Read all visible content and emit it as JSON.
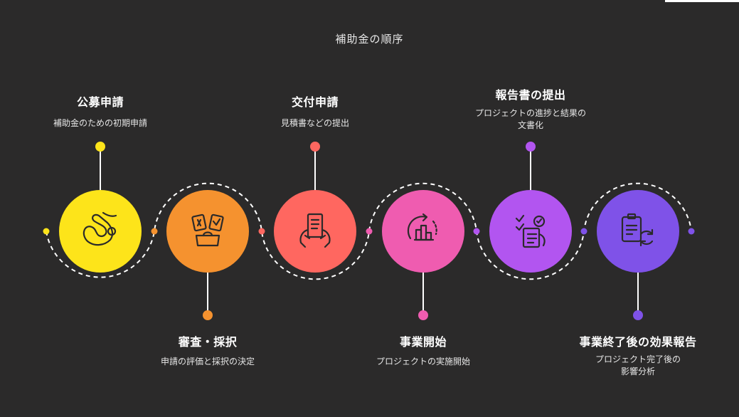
{
  "title": "補助金の順序",
  "colors": {
    "background": "#2b2a2a",
    "step1": "#fde41a",
    "step2": "#f5922f",
    "step3": "#ff6760",
    "step4": "#ef5cb0",
    "step5": "#b255f0",
    "step6": "#7f52e8",
    "connector": "#ffffff",
    "icon_stroke": "#2b2a2a"
  },
  "steps": [
    {
      "title": "公募申請",
      "description": [
        "補助金のための初期申請"
      ],
      "icon": "hand-icon"
    },
    {
      "title": "審査・採択",
      "description": [
        "申請の評価と採択の決定"
      ],
      "icon": "review-cards-icon"
    },
    {
      "title": "交付申請",
      "description": [
        "見積書などの提出"
      ],
      "icon": "document-in-hands-icon"
    },
    {
      "title": "事業開始",
      "description": [
        "プロジェクトの実施開始"
      ],
      "icon": "business-growth-icon"
    },
    {
      "title": "報告書の提出",
      "description": [
        "プロジェクトの進捗と結果の",
        "文書化"
      ],
      "icon": "report-checklist-icon"
    },
    {
      "title": "事業終了後の効果報告",
      "description": [
        "プロジェクト完了後の",
        "影響分析"
      ],
      "icon": "clipboard-cycle-icon"
    }
  ]
}
